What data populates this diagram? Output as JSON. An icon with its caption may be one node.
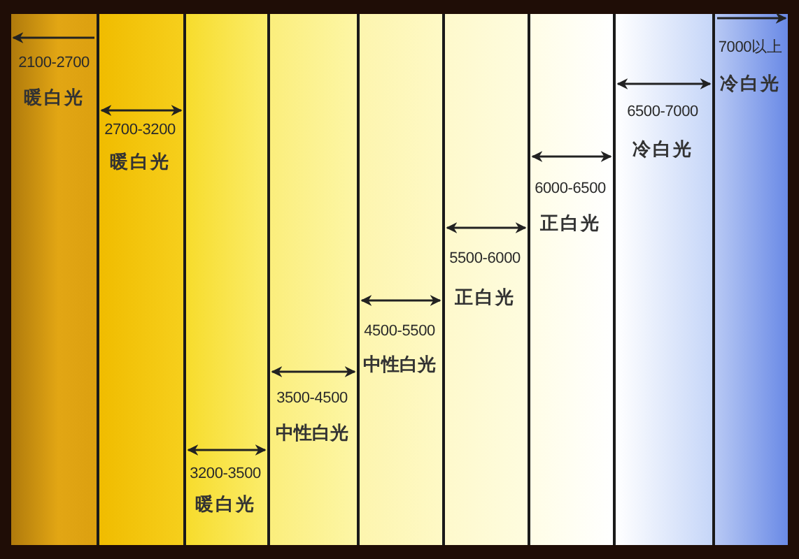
{
  "diagram": {
    "nodes": [
      {
        "text": [
          "2100-2700",
          "暖白光"
        ]
      },
      {
        "text": [
          "2700-3200",
          "暖白光"
        ]
      },
      {
        "text": [
          "3200-3500",
          "暖白光"
        ]
      },
      {
        "text": [
          "3500-4500",
          "中性白光"
        ]
      },
      {
        "text": [
          "4500-5500",
          "中性白光"
        ]
      },
      {
        "text": [
          "5500-6000",
          "正白光"
        ]
      },
      {
        "text": [
          "6000-6500",
          "正白光"
        ]
      },
      {
        "text": [
          "6500-7000",
          "冷白光"
        ]
      },
      {
        "text": [
          "7000以上",
          "冷白光"
        ]
      }
    ]
  }
}
